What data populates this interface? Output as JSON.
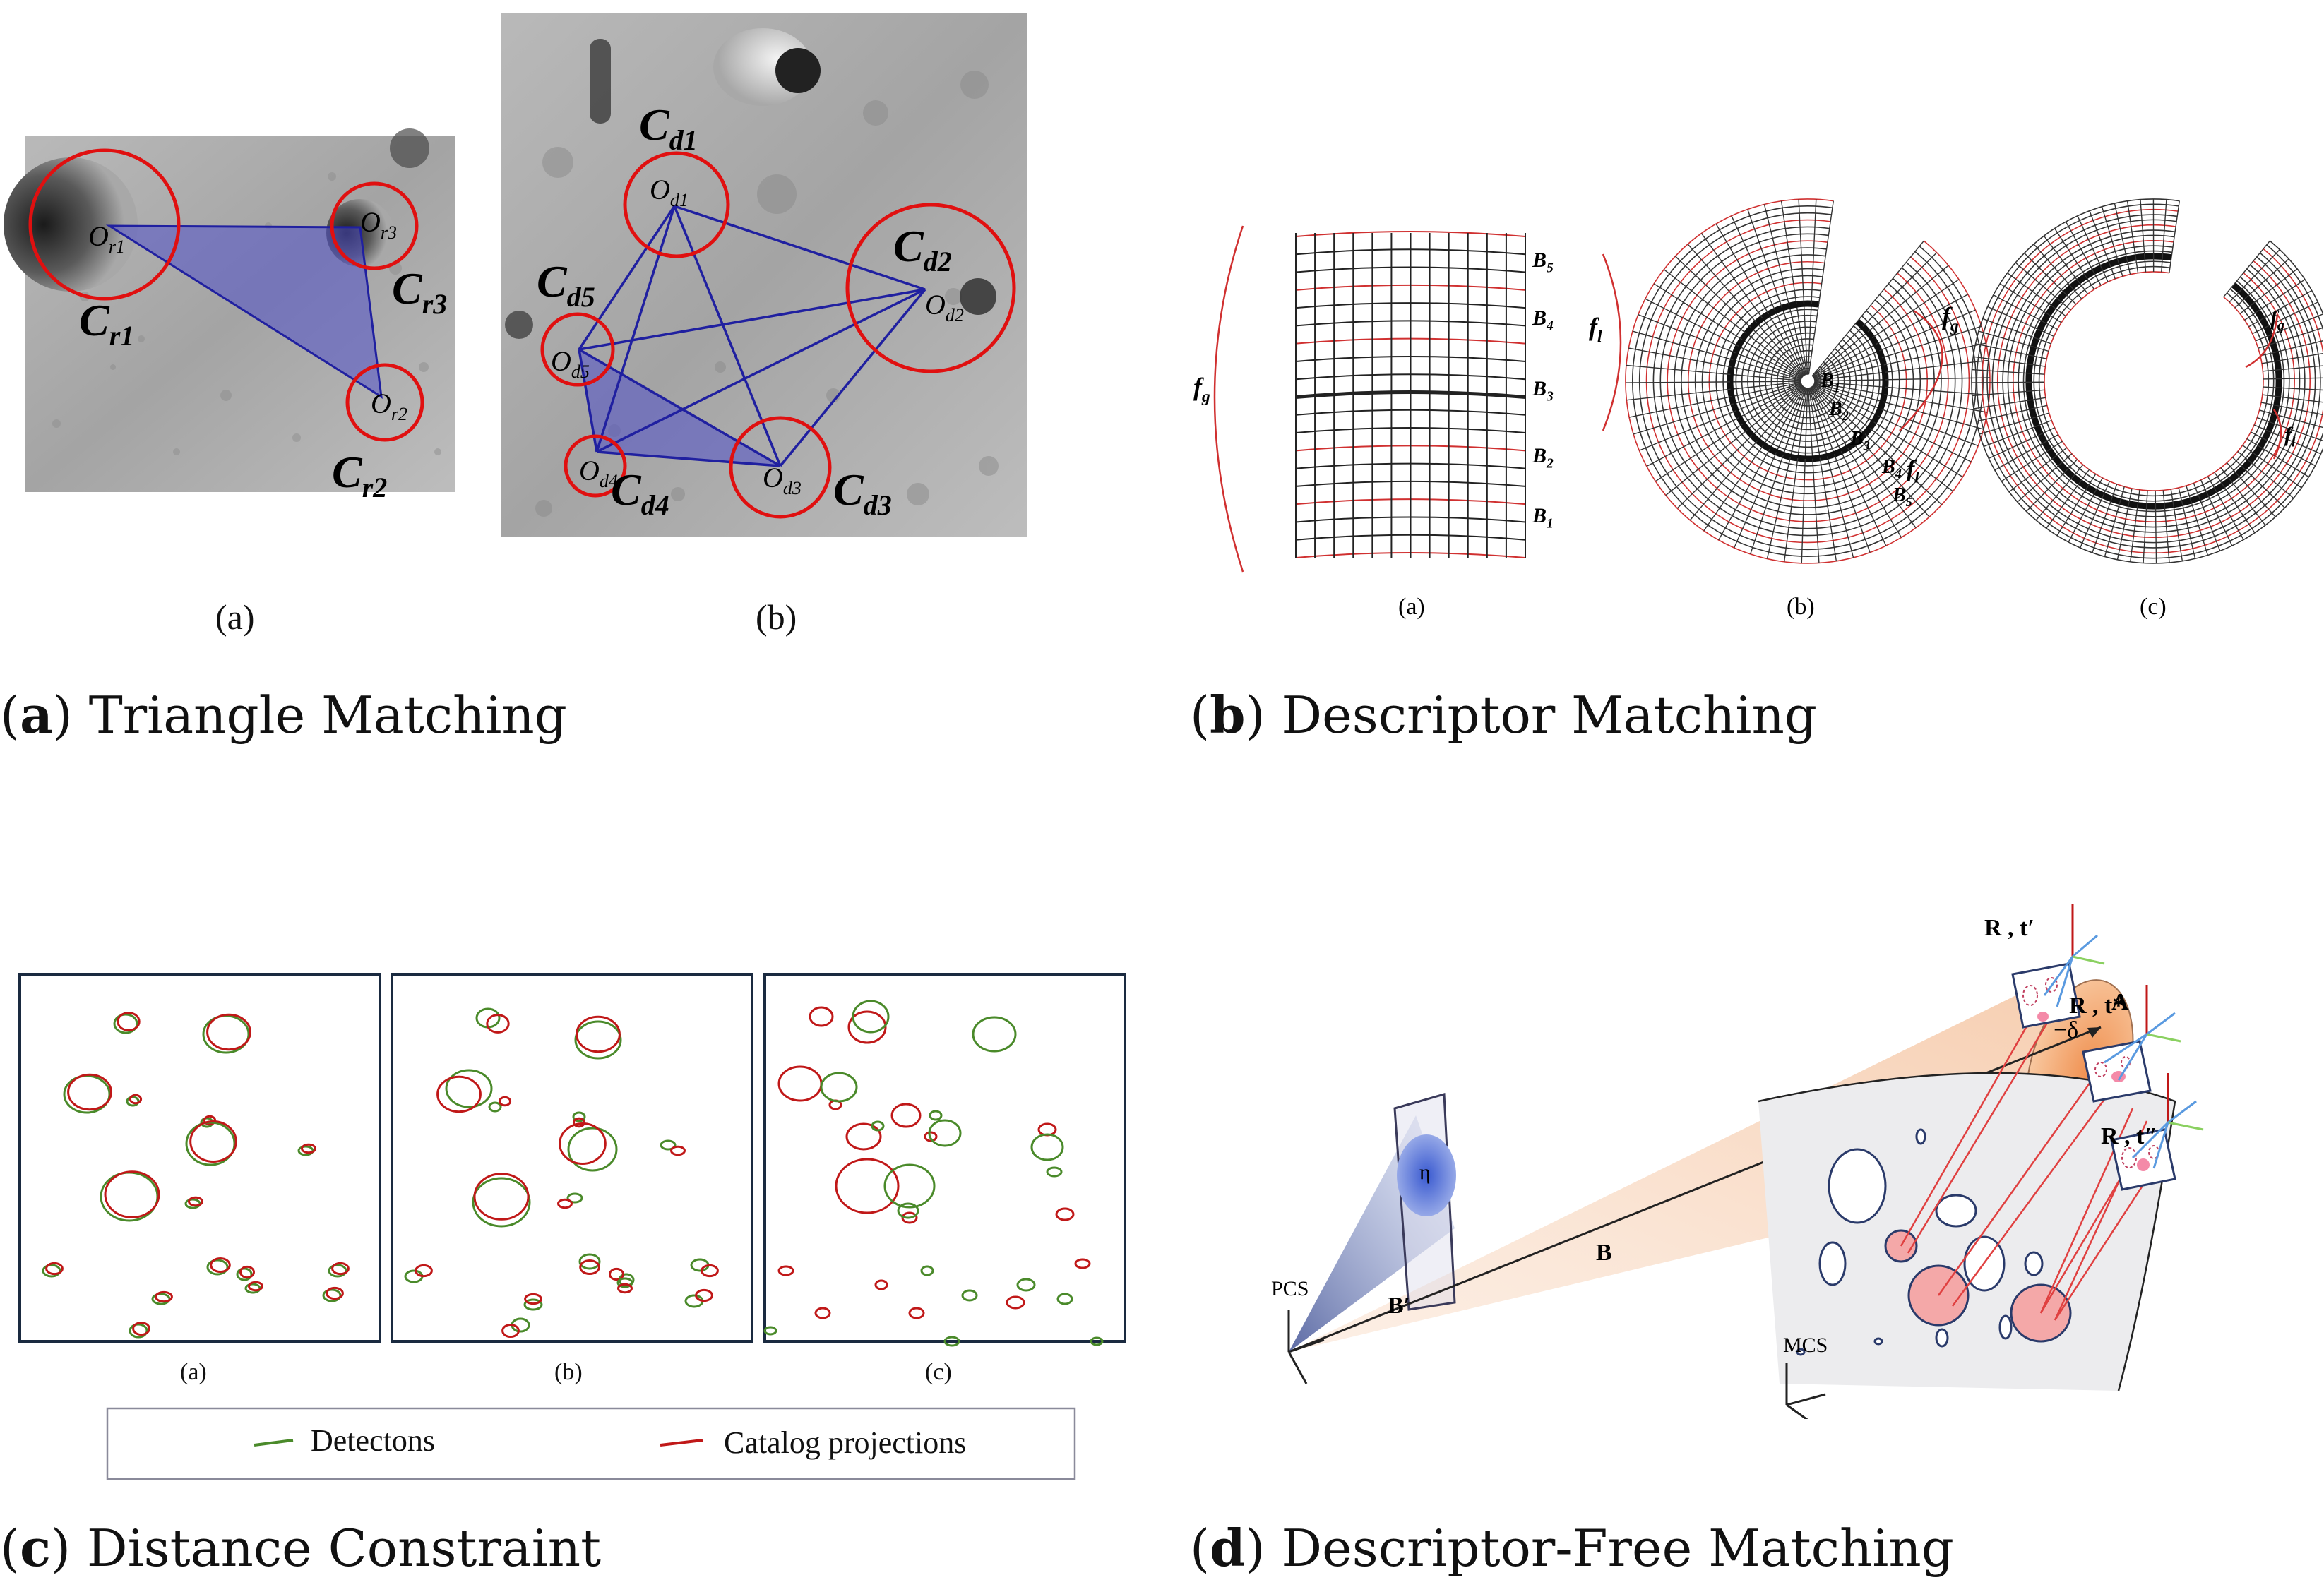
{
  "captions": {
    "a": {
      "letter": "a",
      "text": "Triangle Matching"
    },
    "b": {
      "letter": "b",
      "text": "Descriptor Matching"
    },
    "c": {
      "letter": "c",
      "text": "Distance Constraint"
    },
    "d": {
      "letter": "d",
      "text": "Descriptor-Free Matching"
    }
  },
  "panel_a": {
    "sub_a": "(a)",
    "sub_b": "(b)",
    "ref_craters": [
      "C",
      "r1",
      "C",
      "r2",
      "C",
      "r3"
    ],
    "labels": {
      "Cr1": "C",
      "Cr1_sub": "r1",
      "Cr2": "C",
      "Cr2_sub": "r2",
      "Cr3": "C",
      "Cr3_sub": "r3",
      "Or1": "O",
      "Or1_sub": "r1",
      "Or2": "O",
      "Or2_sub": "r2",
      "Or3": "O",
      "Or3_sub": "r3",
      "Cd1": "C",
      "Cd1_sub": "d1",
      "Cd2": "C",
      "Cd2_sub": "d2",
      "Cd3": "C",
      "Cd3_sub": "d3",
      "Cd4": "C",
      "Cd4_sub": "d4",
      "Cd5": "C",
      "Cd5_sub": "d5",
      "Od1": "O",
      "Od1_sub": "d1",
      "Od2": "O",
      "Od2_sub": "d2",
      "Od3": "O",
      "Od3_sub": "d3",
      "Od4": "O",
      "Od4_sub": "d4",
      "Od5": "O",
      "Od5_sub": "d5"
    }
  },
  "panel_b": {
    "sub_a": "(a)",
    "sub_b": "(b)",
    "sub_c": "(c)",
    "fg": "f",
    "fg_sub": "g",
    "fl": "f",
    "fl_sub": "l",
    "band_labels": [
      "B5",
      "B4",
      "B3",
      "B2",
      "B1"
    ],
    "b_labels": [
      "B1",
      "B2",
      "B3",
      "B4",
      "B5"
    ]
  },
  "panel_c": {
    "sub_a": "(a)",
    "sub_b": "(b)",
    "sub_c": "(c)",
    "legend_green": "Detectons",
    "legend_red": "Catalog projections"
  },
  "panel_d": {
    "PCS": "PCS",
    "MCS": "MCS",
    "A": "A",
    "B": "B",
    "Bp": "B′",
    "delta": "−δ",
    "eta": "η",
    "Rt1": "R , t′",
    "Rt2": "R , t*",
    "Rt3": "R , t″"
  },
  "colors": {
    "crater_red": "#e01010",
    "triangle_blue": "#2020a0",
    "grid_red": "#d03030",
    "detect_green": "#4a8a2a",
    "catalog_red": "#c01818",
    "cone_blue": "#6a7ab8",
    "cone_orange": "#f0a060"
  }
}
